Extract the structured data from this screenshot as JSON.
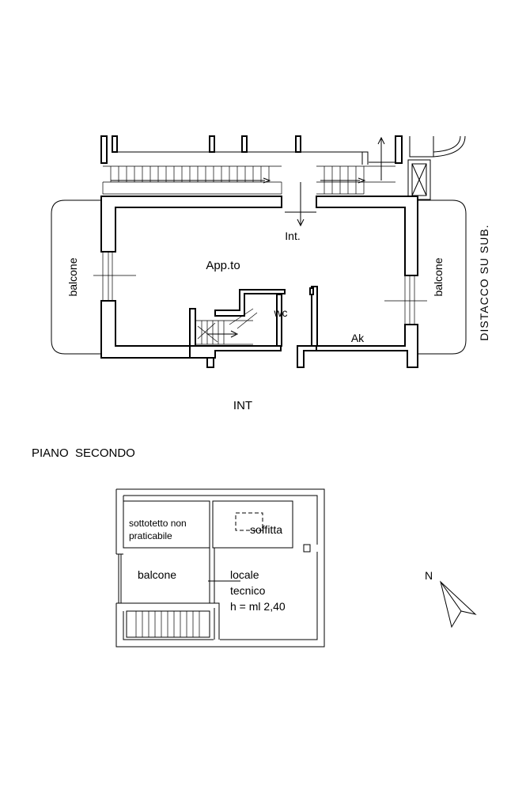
{
  "upper_plan": {
    "labels": {
      "balcone_left": "balcone",
      "balcone_right": "balcone",
      "int_room": "Int.",
      "appto": "App.to",
      "wc": "wc",
      "ak": "Ak",
      "int_below": "INT",
      "distacco": "DISTACCO SU SUB."
    }
  },
  "floor_title": "PIANO  SECONDO",
  "lower_plan": {
    "labels": {
      "sottotetto_line1": "sottotetto non",
      "sottotetto_line2": "praticabile",
      "soffitta": "soffitta",
      "balcone": "balcone",
      "locale": "locale",
      "tecnico": "tecnico",
      "height": "h = ml 2,40"
    }
  },
  "north_arrow": {
    "label": "N"
  }
}
